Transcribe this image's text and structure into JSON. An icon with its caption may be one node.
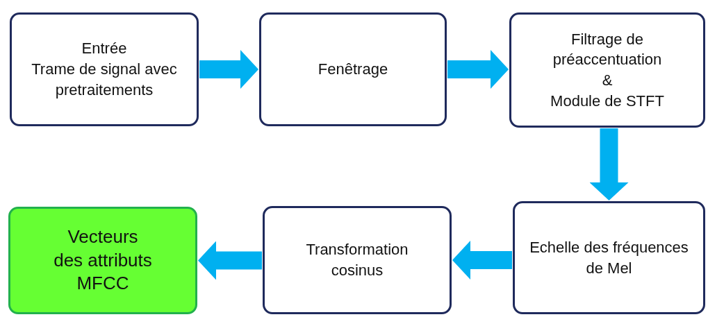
{
  "diagram": {
    "nodes": [
      {
        "text": [
          "Entrée",
          "Trame de signal avec pretraitements"
        ]
      },
      {
        "text": [
          "Fenêtrage"
        ]
      },
      {
        "text": [
          "Filtrage de préaccentuation",
          "&",
          "Module de STFT"
        ]
      },
      {
        "text": [
          "Echelle des fréquences de Mel"
        ]
      },
      {
        "text": [
          "Transformation cosinus"
        ]
      },
      {
        "text": [
          "Vecteurs des attributs MFCC"
        ]
      }
    ],
    "edges": [
      {
        "from": 0,
        "to": 1,
        "arrow": "to"
      },
      {
        "from": 1,
        "to": 2,
        "arrow": "to"
      },
      {
        "from": 2,
        "to": 3,
        "arrow": "to"
      },
      {
        "from": 3,
        "to": 4,
        "arrow": "to"
      },
      {
        "from": 4,
        "to": 5,
        "arrow": "to"
      }
    ]
  }
}
